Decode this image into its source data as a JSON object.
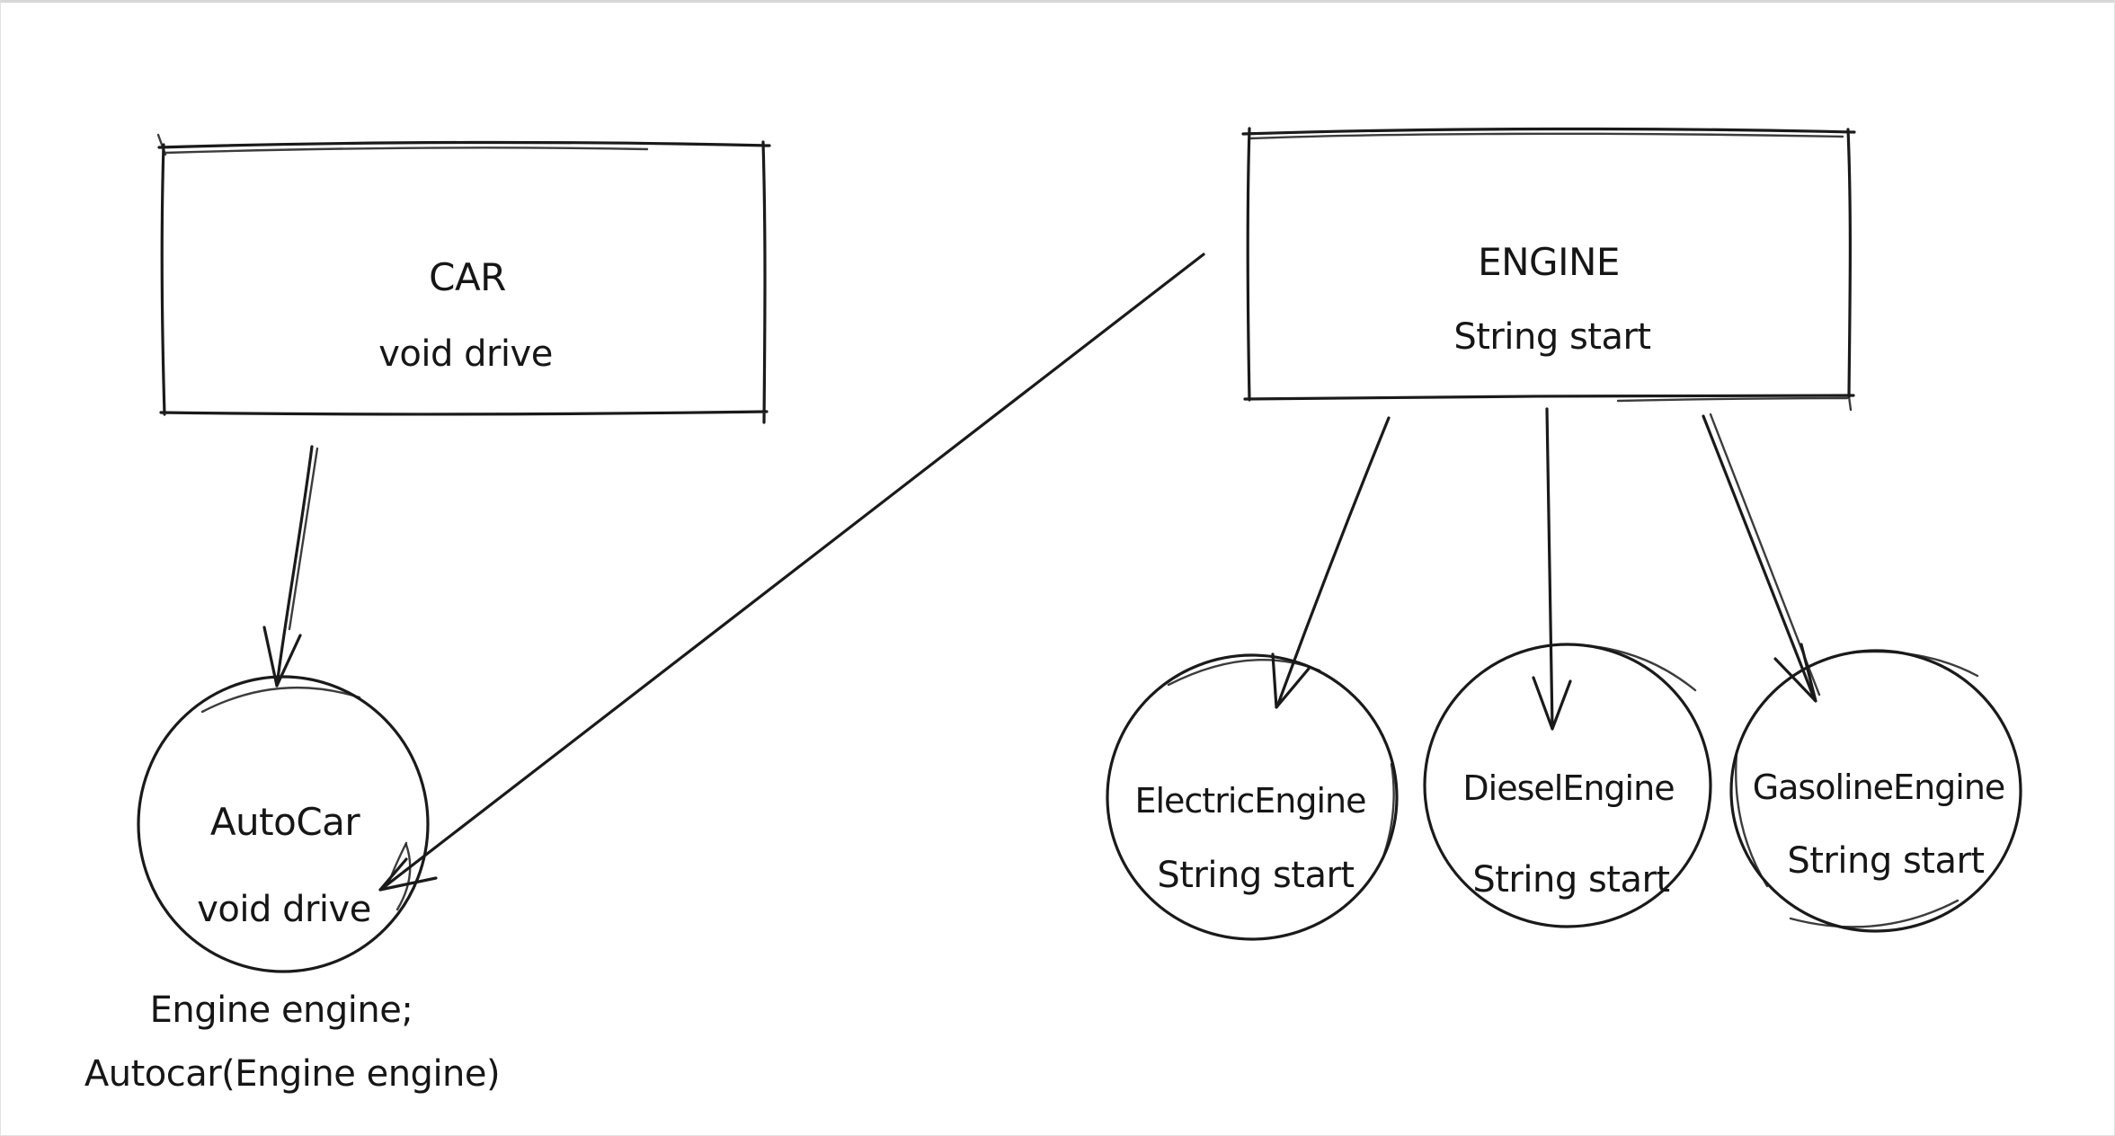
{
  "canvas": {
    "background": "#ffffff",
    "ink_color": "#1a1a1a",
    "text_color": "#161616",
    "edge_color": "#d7d7d7"
  },
  "nodes": {
    "car": {
      "title": "CAR",
      "method": "void drive"
    },
    "engine": {
      "title": "ENGINE",
      "method": "String start"
    },
    "autocar": {
      "title": "AutoCar",
      "method": "void drive",
      "note_line1": "Engine engine;",
      "note_line2": "Autocar(Engine engine)"
    },
    "electric_engine": {
      "title": "ElectricEngine",
      "method": "String start"
    },
    "diesel_engine": {
      "title": "DieselEngine",
      "method": "String start"
    },
    "gasoline_engine": {
      "title": "GasolineEngine",
      "method": "String start"
    }
  },
  "edges": [
    {
      "from": "CAR",
      "to": "AutoCar"
    },
    {
      "from": "ENGINE",
      "to": "AutoCar"
    },
    {
      "from": "ENGINE",
      "to": "ElectricEngine"
    },
    {
      "from": "ENGINE",
      "to": "DieselEngine"
    },
    {
      "from": "ENGINE",
      "to": "GasolineEngine"
    }
  ]
}
